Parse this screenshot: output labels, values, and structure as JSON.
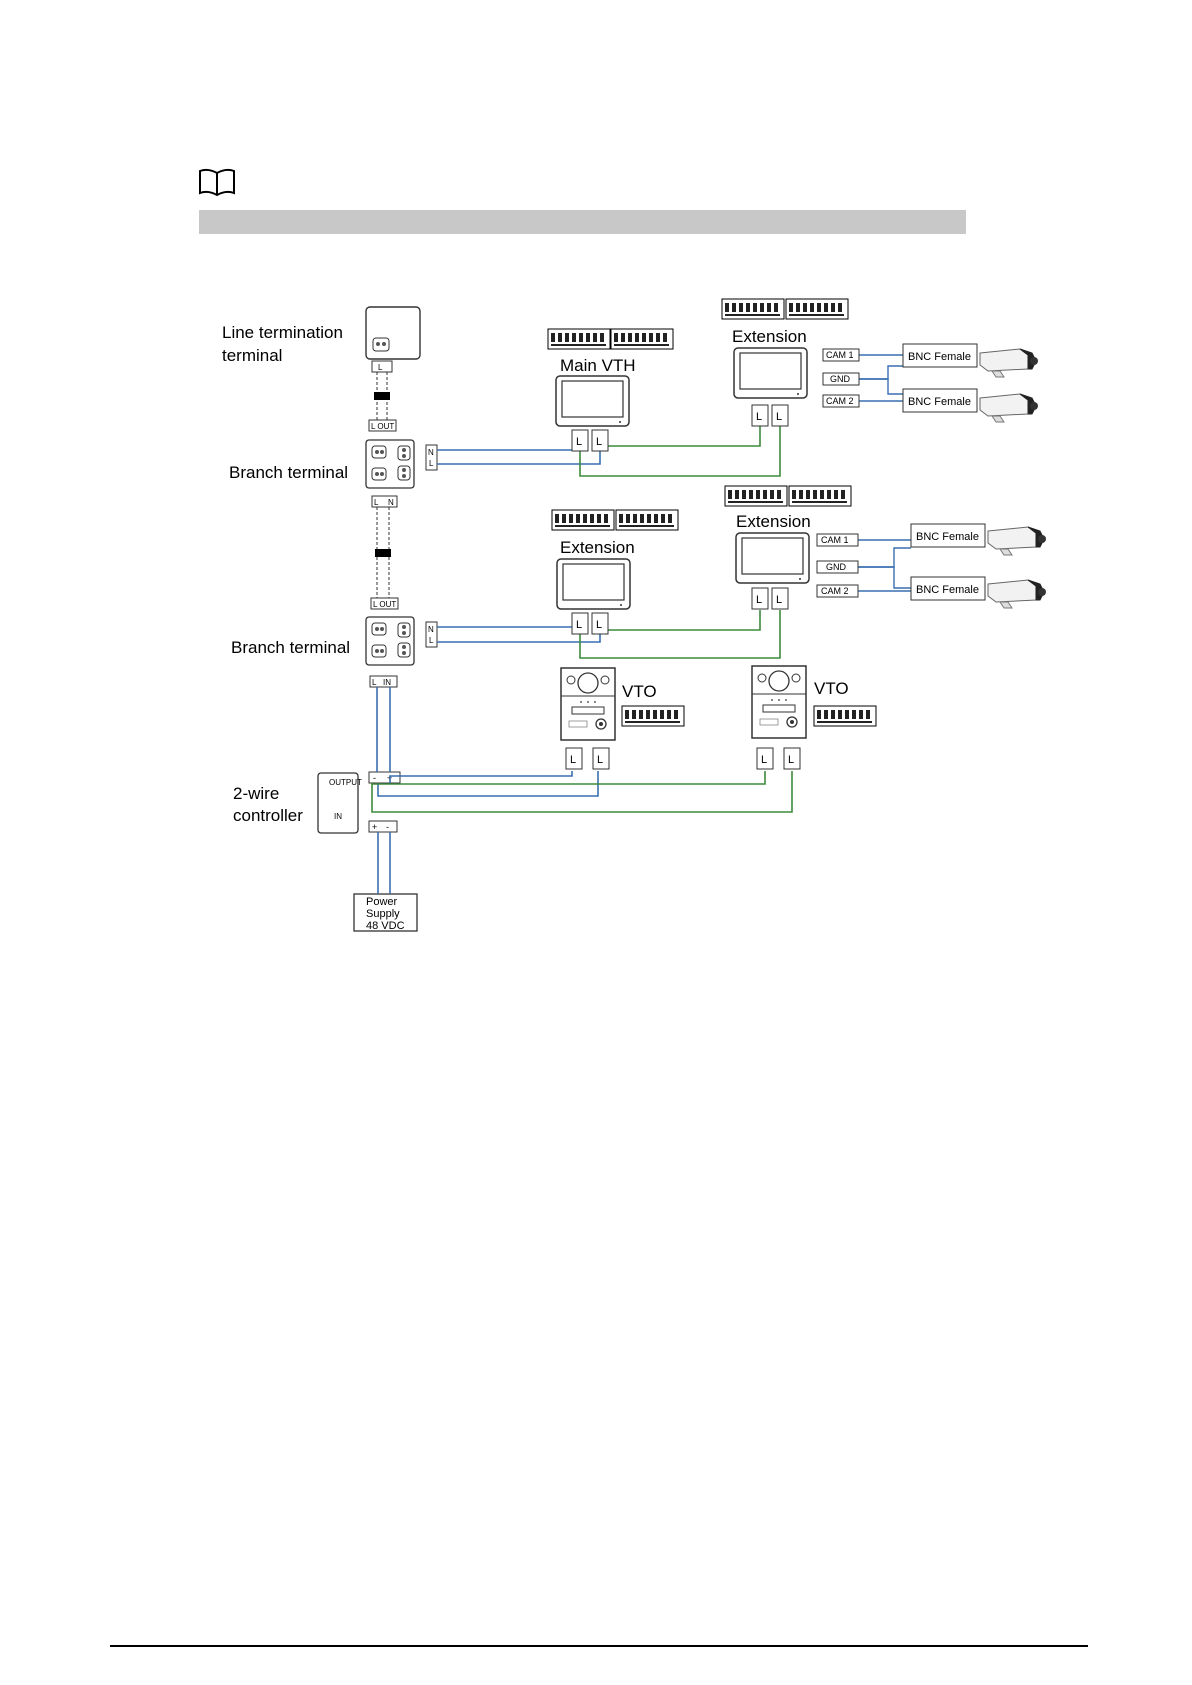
{
  "note": {
    "icon": "book-icon"
  },
  "colors": {
    "blue": "#3a6fb0",
    "green": "#3c8a3c",
    "grey_bar": "#c8c8c8"
  },
  "devices": {
    "line_termination": {
      "label_l1": "Line termination",
      "label_l2": "terminal",
      "port": "L",
      "out": "L OUT"
    },
    "branch1": {
      "label": "Branch terminal",
      "side": "L N",
      "in_l": "L",
      "in_n": "N",
      "out": "L OUT"
    },
    "branch2": {
      "label": "Branch terminal",
      "side": "L N",
      "in_l": "L",
      "in_n": "IN"
    },
    "controller": {
      "label_l1": "2-wire",
      "label_l2": "controller",
      "output": "OUTPUT",
      "in": "IN",
      "out_minus": "-",
      "out_plus": "+",
      "in_plus": "+",
      "in_minus": "-"
    },
    "power": {
      "l1": "Power",
      "l2": "Supply",
      "l3": "48 VDC"
    },
    "main_vth": {
      "label": "Main VTH"
    },
    "extension1": {
      "label": "Extension"
    },
    "extension2": {
      "label": "Extension"
    },
    "extension3": {
      "label": "Extension"
    },
    "vto1": {
      "label": "VTO"
    },
    "vto2": {
      "label": "VTO"
    },
    "port_l": "L",
    "cameras": {
      "cam1": "CAM 1",
      "gnd": "GND",
      "cam2": "CAM 2",
      "bnc": "BNC Female"
    }
  }
}
